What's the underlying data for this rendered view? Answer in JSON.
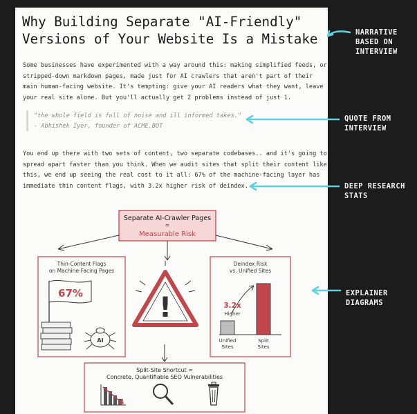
{
  "article": {
    "title_lines": [
      "Why Building Separate \"AI-Friendly\"",
      "Versions of Your Website Is a Mistake"
    ],
    "intro_lines": [
      "Some businesses have experimented with a way around this: making simplified feeds, or",
      "stripped-down markdown pages, made just for AI crawlers that aren't part of their",
      "main human-facing website. It's tempting: give your AI readers what they want, leave",
      "your real site alone. But you'll actually get 2 problems instead of just 1."
    ],
    "quote_lines": [
      "\"the whole field is full of noise and ill informed takes.\"",
      "- Abhishek Iyer, founder of ACME.BOT"
    ],
    "body_lines": [
      "You end up there with two sets of content, two separate codebases.. and it's going to",
      "spread apart faster than you think. When we audit sites that split their content like",
      "this, we end up seeing the real cost to it all: 67% of the machine-facing layer has",
      "immediate thin content flags, with 3.2x higher risk of deindex."
    ]
  },
  "illustration": {
    "top_box_line1": "Separate AI-Crawler Pages",
    "top_box_eq": "=",
    "top_box_line2": "Measurable Risk",
    "left_panel_title1": "Thin-Content Flags",
    "left_panel_title2": "on Machine-Facing Pages",
    "flag_value": "67%",
    "bug_label": "AI",
    "right_panel_title1": "Deindex Risk",
    "right_panel_title2": "vs. Unified Sites",
    "multiplier": "3.2x",
    "multiplier_sub": "Higher",
    "bar1_label1": "Unified",
    "bar1_label2": "Sites",
    "bar2_label1": "Split",
    "bar2_label2": "Sites",
    "bottom_box_line1": "Split-Site Shortcut =",
    "bottom_box_line2": "Concrete, Quantifiable SEO Vulnerabilities",
    "warning_glyph": "!",
    "colors": {
      "red": "#c0474b",
      "pink": "#f6d6d6",
      "ink": "#333333"
    }
  },
  "annotations": {
    "narrative": [
      "NARRATIVE",
      "BASED ON",
      "INTERVIEW"
    ],
    "quote": [
      "QUOTE FROM",
      "INTERVIEW"
    ],
    "research": [
      "DEEP RESEARCH",
      "STATS"
    ],
    "diagrams": [
      "EXPLAINER",
      "DIAGRAMS"
    ],
    "arrow_color": "#5fd0e0"
  }
}
